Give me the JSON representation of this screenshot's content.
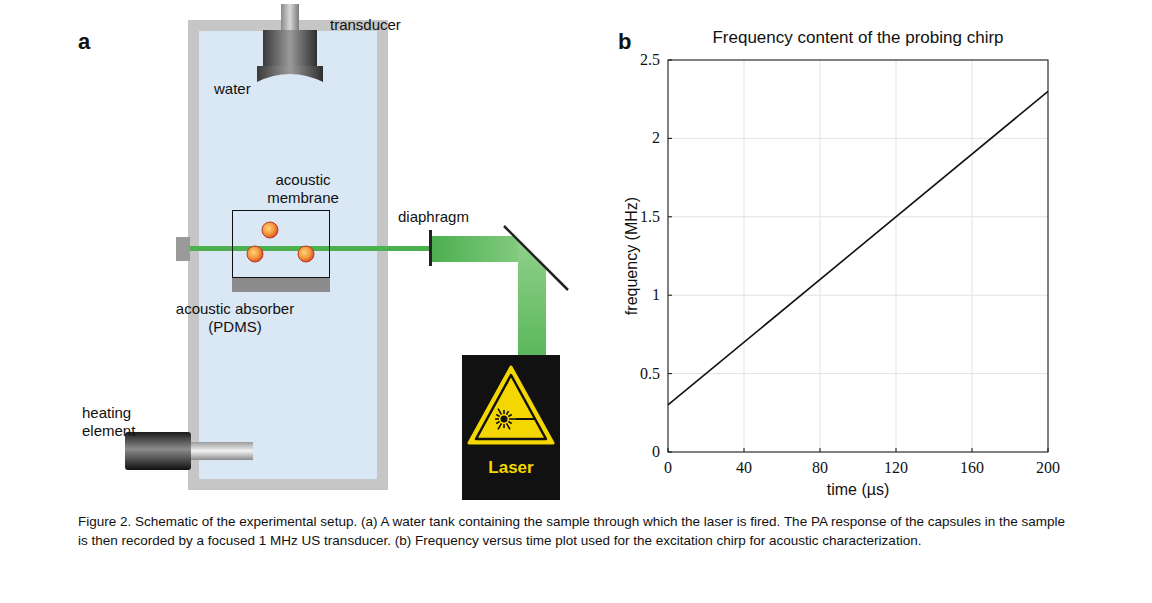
{
  "diagram": {
    "caption": "Figure 2. Schematic of the experimental setup. (a) A water tank containing the sample through which the laser is fired. The PA response of the capsules in the sample is then recorded by a focused 1 MHz US transducer. (b) Frequency versus time plot used for the excitation chirp for acoustic characterization.",
    "nodes": [
      {
        "text": [
          "water"
        ]
      },
      {
        "text": [
          "acoustic membrane"
        ],
        "in": 0
      },
      {
        "text": [
          "acoustic absorber (PDMS)"
        ],
        "in": 0
      },
      {
        "text": [
          "Laser"
        ]
      }
    ],
    "labels": [
      "a",
      "transducer",
      "diaphragm",
      "heating element",
      "b",
      "Frequency content of the probing chirp",
      "frequency (MHz)",
      "time (µs)",
      "0",
      "0.5",
      "1",
      "1.5",
      "2",
      "2.5",
      "0",
      "40",
      "80",
      "120",
      "160",
      "200"
    ]
  }
}
